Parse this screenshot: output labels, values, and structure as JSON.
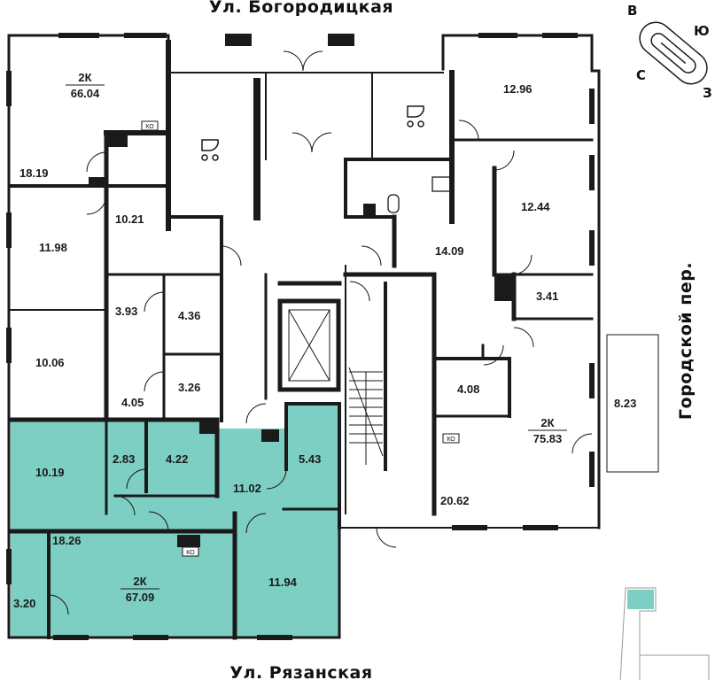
{
  "streets": {
    "top": "Ул. Богородицкая",
    "bottom": "Ул. Рязанская",
    "right": "Городской пер."
  },
  "compass": {
    "north": "С",
    "south": "Ю",
    "west": "З",
    "east": "В"
  },
  "highlight_color": "#7dcfc3",
  "wall_color": "#1a1a1a",
  "ko_label": "КО",
  "apartments": [
    {
      "type": "2К",
      "area": "66.04"
    },
    {
      "type": "2К",
      "area": "75.83"
    },
    {
      "type": "2К",
      "area": "67.09",
      "highlighted": true
    }
  ],
  "rooms": [
    "18.19",
    "10.21",
    "11.98",
    "3.93",
    "4.36",
    "10.06",
    "4.05",
    "3.26",
    "12.96",
    "12.44",
    "14.09",
    "3.41",
    "4.08",
    "8.23",
    "20.62",
    "10.19",
    "2.83",
    "4.22",
    "11.02",
    "5.43",
    "18.26",
    "3.20",
    "11.94"
  ]
}
